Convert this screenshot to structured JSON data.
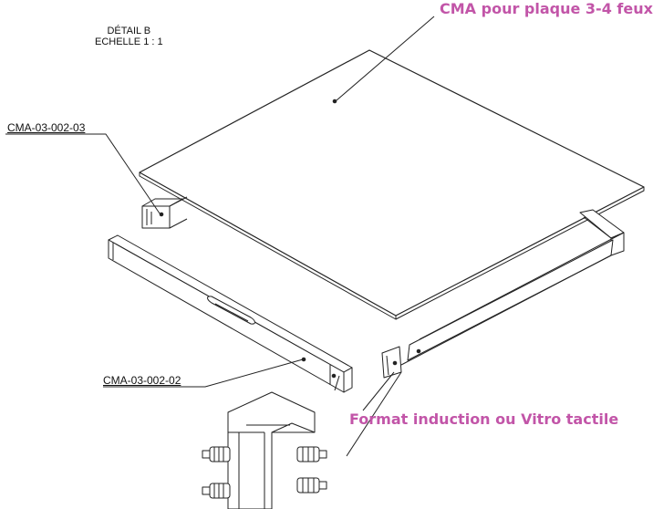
{
  "detail": {
    "line1": "DÉTAIL B",
    "line2": "ECHELLE 1 : 1"
  },
  "parts": {
    "ref_top": "CMA-03-002-03",
    "ref_bottom": "CMA-03-002-02"
  },
  "annotations": {
    "title": "CMA pour plaque 3-4 feux",
    "format": "Format induction ou Vitro tactile"
  },
  "colors": {
    "annotation": "#c255a8",
    "line": "#222222"
  }
}
